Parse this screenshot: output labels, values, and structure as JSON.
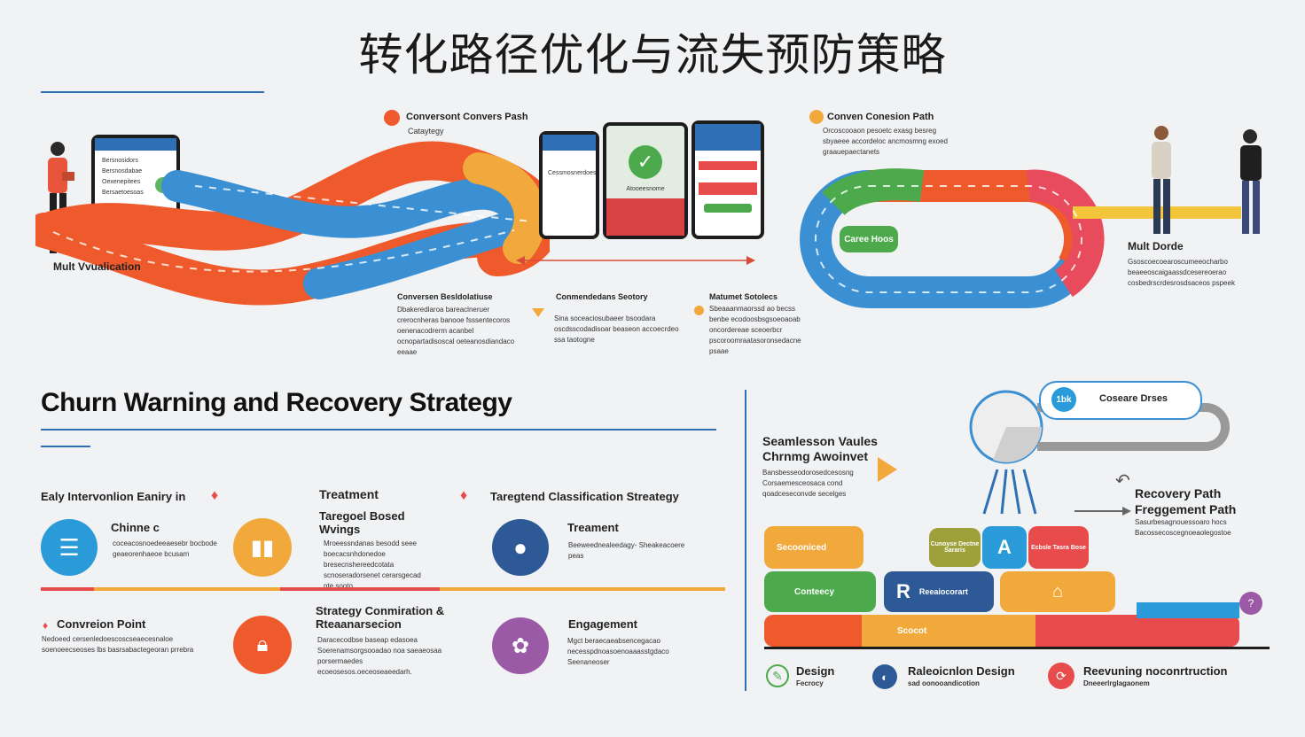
{
  "title": "转化路径优化与流失预防策略",
  "top": {
    "left_label": "Mult Vvualication",
    "center_path": {
      "title": "Conversont Convers Pash",
      "sub": "Cataytegy"
    },
    "right_path": {
      "title": "Conven Conesion Path",
      "text": "Orcoscooaon pesoetc exasg besreg sbyaeee accordeloc ancmosmng exoed graauepaectanets"
    },
    "chart1": {
      "title": "Conversen Besldolatiuse",
      "text": "Dbakeredlaroa bareaclneruer crerocnheras banooe fsssentecoros oenenacodrerm acanbel ocnopartadisoscal oeteanosdiandaco eeaae"
    },
    "chart2": {
      "title": "Conmendedans Seotory",
      "text": "Sina soceaciosubaeer bsoodara oscdsscodadisoar beaseon accoecrdeo ssa taotogne"
    },
    "chart3": {
      "title": "Matumet Sotolecs",
      "text": "Sbeaaanmaorssd ao becss benbe ecodoosbsgsoeoaoab oncordereae sceoerbcr pscoroomraatasoronsedacne psaae"
    },
    "right_person": {
      "title": "Mult Dorde",
      "text": "Gsoscoecoearoscumeeocharbo beaeeoscaigaassdcesereoerao cosbedrscrdesrosdsaceos pspeek"
    },
    "phone_left_rows": [
      "Bersnosidors",
      "Bersnosdabae",
      "Oexenepitees",
      "Bersaetoesoas"
    ],
    "phone_mid_text": "Cessmosnerdoes",
    "phone_mid2_text": "Atooeesnome",
    "badge": "Caree Hoos"
  },
  "bottom_left": {
    "heading": "Churn Warning and Recovery Strategy",
    "col1_title": "Ealy Intervonlion Eaniry in",
    "col2_title": "Treatment",
    "col2_sub": "Taregoel Bosed Wvings",
    "col2_text": "Mroeessndanas besodd seee boecacsnhdonedoe bresecnshereedcotata scnoseradorsenet cerarsgecad nte.sooto.",
    "col3_title": "Taregtend Classification Streategy",
    "item1_title": "Chinne c",
    "item1_text": "coceacosnoedeeaesebr bocbode geaeorenhaeoe bcusam",
    "item2_title": "Treament",
    "item2_text": "Beeweednealeedagy- Sheakeacoere peas",
    "item3_title": "Convreion Point",
    "item3_text": "Nedoeed cersenledoescoscseaecesnaloe soenoeecseoses lbs basrsabactegeoran prrebra",
    "item4_title": "Strategy Conmiration & Rteaanarsecion",
    "item4_text": "Daracecodbse baseap edasoea Soerenamsorgsooadao noa saeaeosaa porsermaedes ecoeosesos.oeceoseaeedarh.",
    "item5_title": "Engagement",
    "item5_text": "Mgct beraecaeabsencegacao necesspdnoasoenoaaasstgdaco Seenaneoser"
  },
  "bottom_right": {
    "head_title": "Seamlesson Vaules Chrnmg Awoinvet",
    "head_text": "Bansbesseodorosedcesosng Corsaemesceosaca cond qoadceseconvde secelges",
    "top_pill": "Coseare Drses",
    "top_pill_badge": "1bk",
    "right_title1": "Recovery Path",
    "right_title2": "Freggement Path",
    "right_text": "Sasurbesagnouessoaro hocs Bacossecoscegnoeaolegostoe",
    "blocks": {
      "b1": "Secooniced",
      "b2": "Cunoyse Dectne Sararis",
      "b3": "A",
      "b4": "Ecbsle Tasra Bose",
      "b5": "Conteecy",
      "b6": "R",
      "b6_label": "Reeaiocorart",
      "b8": "Scocot"
    },
    "legend": [
      {
        "title": "Design",
        "sub": "Fecrocy"
      },
      {
        "title": "Raleoicnlon Design",
        "sub": "sad oonooandicotion"
      },
      {
        "title": "Reevuning noconrtruction",
        "sub": "Dneeerlrglagaonem"
      }
    ]
  },
  "colors": {
    "accent": "#2f6fb5",
    "orange": "#ef5a2c",
    "blue": "#3b8fd3",
    "yellow": "#f2a93b",
    "red": "#e84b4b",
    "green": "#4caa4c"
  }
}
